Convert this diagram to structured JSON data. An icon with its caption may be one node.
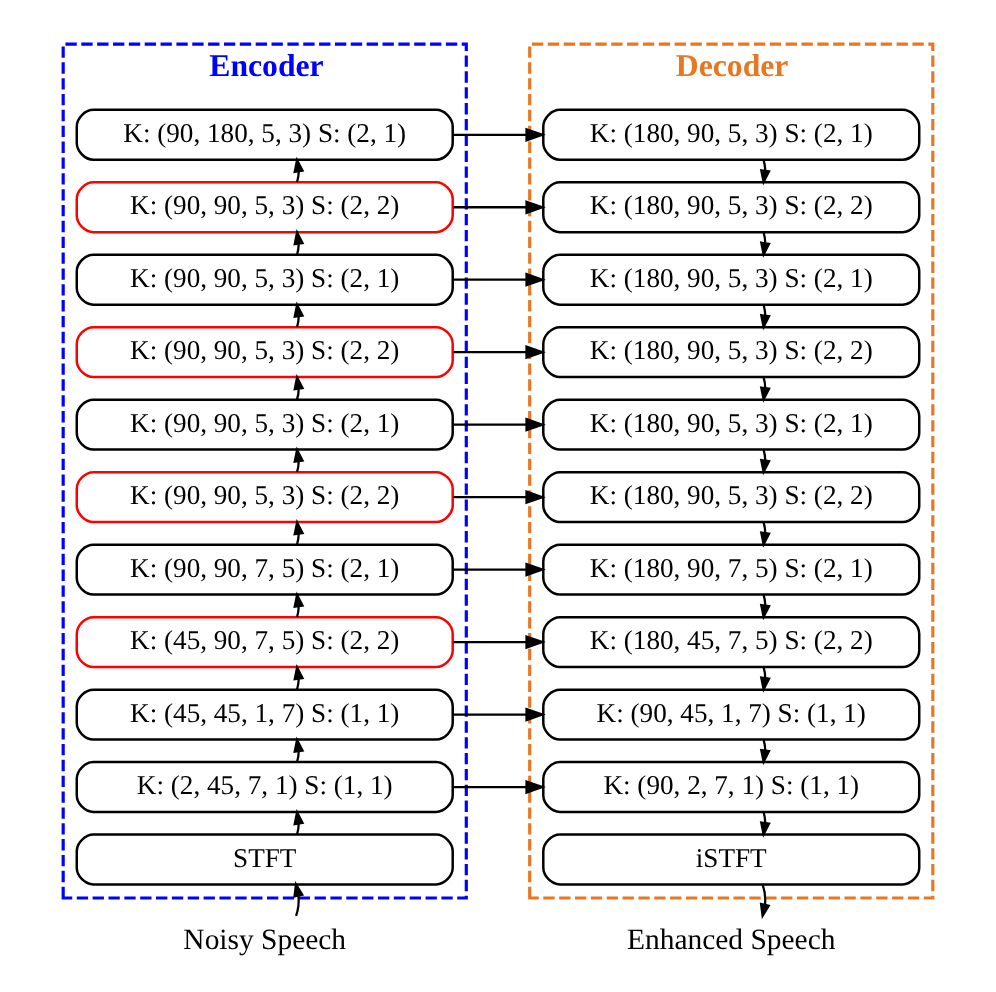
{
  "diagram": {
    "nodes": [
      {
        "text": [
          "Encoder"
        ]
      },
      {
        "text": [
          "K: (90, 180, 5, 3) S: (2, 1)"
        ],
        "in": 0
      },
      {
        "text": [
          "K: (90, 90, 5, 3) S: (2, 2)"
        ],
        "in": 0
      },
      {
        "text": [
          "K: (90, 90, 5, 3) S: (2, 1)"
        ],
        "in": 0
      },
      {
        "text": [
          "K: (90, 90, 5, 3) S: (2, 2)"
        ],
        "in": 0
      },
      {
        "text": [
          "K: (90, 90, 5, 3) S: (2, 1)"
        ],
        "in": 0
      },
      {
        "text": [
          "K: (90, 90, 5, 3) S: (2, 2)"
        ],
        "in": 0
      },
      {
        "text": [
          "K: (90, 90, 7, 5) S: (2, 1)"
        ],
        "in": 0
      },
      {
        "text": [
          "K: (45, 90, 7, 5) S: (2, 2)"
        ],
        "in": 0
      },
      {
        "text": [
          "K: (45, 45, 1, 7) S: (1, 1)"
        ],
        "in": 0
      },
      {
        "text": [
          "K: (2, 45, 7, 1) S: (1, 1)"
        ],
        "in": 0
      },
      {
        "text": [
          "STFT"
        ],
        "in": 0
      },
      {
        "text": [
          "Decoder"
        ]
      },
      {
        "text": [
          "K: (180, 90, 5, 3) S: (2, 1)"
        ],
        "in": 12
      },
      {
        "text": [
          "K: (180, 90, 5, 3) S: (2, 2)"
        ],
        "in": 12
      },
      {
        "text": [
          "K: (180, 90, 5, 3) S: (2, 1)"
        ],
        "in": 12
      },
      {
        "text": [
          "K: (180, 90, 5, 3) S: (2, 2)"
        ],
        "in": 12
      },
      {
        "text": [
          "K: (180, 90, 5, 3) S: (2, 1)"
        ],
        "in": 12
      },
      {
        "text": [
          "K: (180, 90, 5, 3) S: (2, 2)"
        ],
        "in": 12
      },
      {
        "text": [
          "K: (180, 90, 7, 5) S: (2, 1)"
        ],
        "in": 12
      },
      {
        "text": [
          "K: (180, 45, 7, 5) S: (2, 2)"
        ],
        "in": 12
      },
      {
        "text": [
          "K: (90, 45, 1, 7) S: (1, 1)"
        ],
        "in": 12
      },
      {
        "text": [
          "K: (90, 2, 7, 1) S: (1, 1)"
        ],
        "in": 12
      },
      {
        "text": [
          "iSTFT"
        ],
        "in": 12
      },
      {
        "text": [
          "Noisy Speech"
        ]
      },
      {
        "text": [
          "Enhanced Speech"
        ]
      }
    ],
    "edges": [
      {
        "from": 24,
        "to": 11,
        "arrow": "to"
      },
      {
        "from": 11,
        "to": 10,
        "arrow": "to"
      },
      {
        "from": 10,
        "to": 9,
        "arrow": "to"
      },
      {
        "from": 9,
        "to": 8,
        "arrow": "to"
      },
      {
        "from": 8,
        "to": 7,
        "arrow": "to"
      },
      {
        "from": 7,
        "to": 6,
        "arrow": "to"
      },
      {
        "from": 6,
        "to": 5,
        "arrow": "to"
      },
      {
        "from": 5,
        "to": 4,
        "arrow": "to"
      },
      {
        "from": 4,
        "to": 3,
        "arrow": "to"
      },
      {
        "from": 3,
        "to": 2,
        "arrow": "to"
      },
      {
        "from": 2,
        "to": 1,
        "arrow": "to"
      },
      {
        "from": 1,
        "to": 13,
        "arrow": "to"
      },
      {
        "from": 2,
        "to": 14,
        "arrow": "to"
      },
      {
        "from": 3,
        "to": 15,
        "arrow": "to"
      },
      {
        "from": 4,
        "to": 16,
        "arrow": "to"
      },
      {
        "from": 5,
        "to": 17,
        "arrow": "to"
      },
      {
        "from": 6,
        "to": 18,
        "arrow": "to"
      },
      {
        "from": 7,
        "to": 19,
        "arrow": "to"
      },
      {
        "from": 8,
        "to": 20,
        "arrow": "to"
      },
      {
        "from": 9,
        "to": 21,
        "arrow": "to"
      },
      {
        "from": 10,
        "to": 22,
        "arrow": "to"
      },
      {
        "from": 13,
        "to": 14,
        "arrow": "to"
      },
      {
        "from": 14,
        "to": 15,
        "arrow": "to"
      },
      {
        "from": 15,
        "to": 16,
        "arrow": "to"
      },
      {
        "from": 16,
        "to": 17,
        "arrow": "to"
      },
      {
        "from": 17,
        "to": 18,
        "arrow": "to"
      },
      {
        "from": 18,
        "to": 19,
        "arrow": "to"
      },
      {
        "from": 19,
        "to": 20,
        "arrow": "to"
      },
      {
        "from": 20,
        "to": 21,
        "arrow": "to"
      },
      {
        "from": 21,
        "to": 22,
        "arrow": "to"
      },
      {
        "from": 22,
        "to": 23,
        "arrow": "to"
      },
      {
        "from": 23,
        "to": 25,
        "arrow": "to"
      }
    ]
  }
}
